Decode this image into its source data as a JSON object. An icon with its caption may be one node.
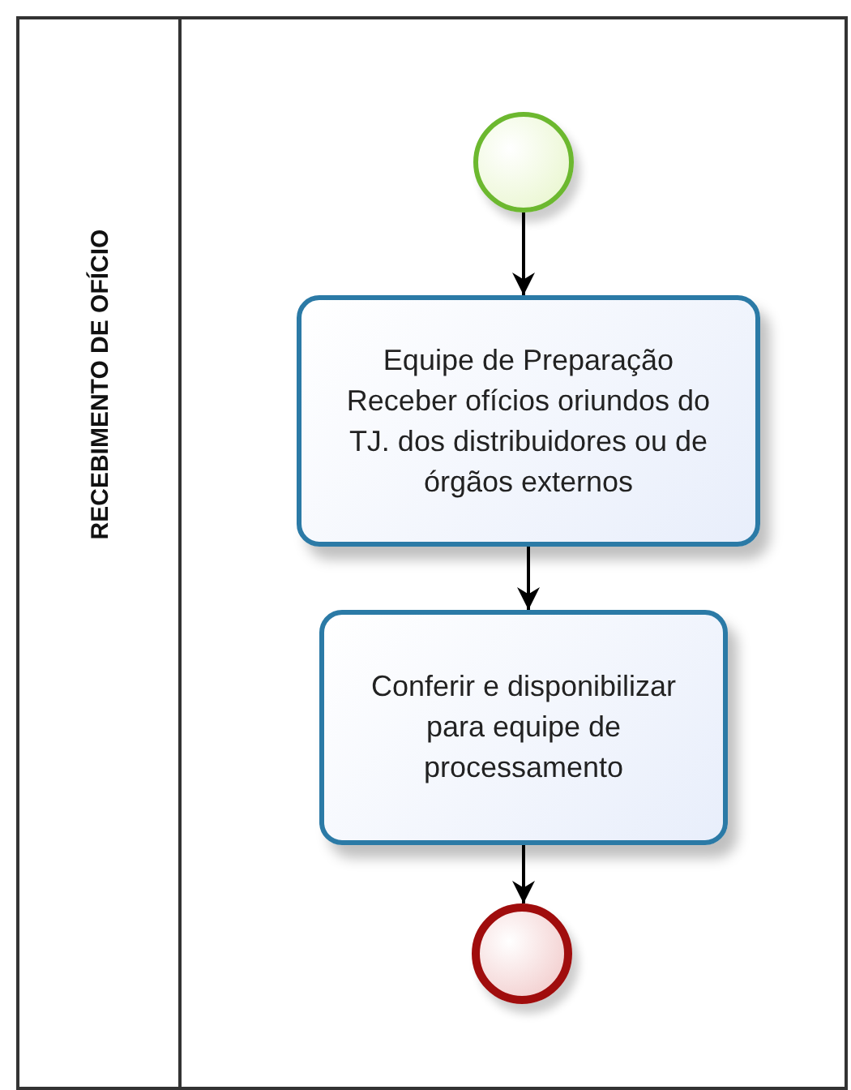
{
  "diagram": {
    "nodes": [
      {
        "text": [
          "RECEBIMENTO DE OFÍCIO"
        ]
      },
      {
        "text": [],
        "shape": "circle",
        "in": 0
      },
      {
        "text": [
          "Equipe de Preparação",
          "Receber ofícios oriundos do TJ. dos distribuidores ou de órgãos externos"
        ],
        "in": 0
      },
      {
        "text": [
          "Conferir e disponibilizar para equipe de processamento"
        ],
        "in": 0
      },
      {
        "text": [],
        "shape": "circle",
        "in": 0
      }
    ],
    "edges": [
      {
        "from": 1,
        "to": 2,
        "arrow": "to"
      },
      {
        "from": 2,
        "to": 3,
        "arrow": "to"
      },
      {
        "from": 3,
        "to": 4,
        "arrow": "to"
      }
    ]
  }
}
